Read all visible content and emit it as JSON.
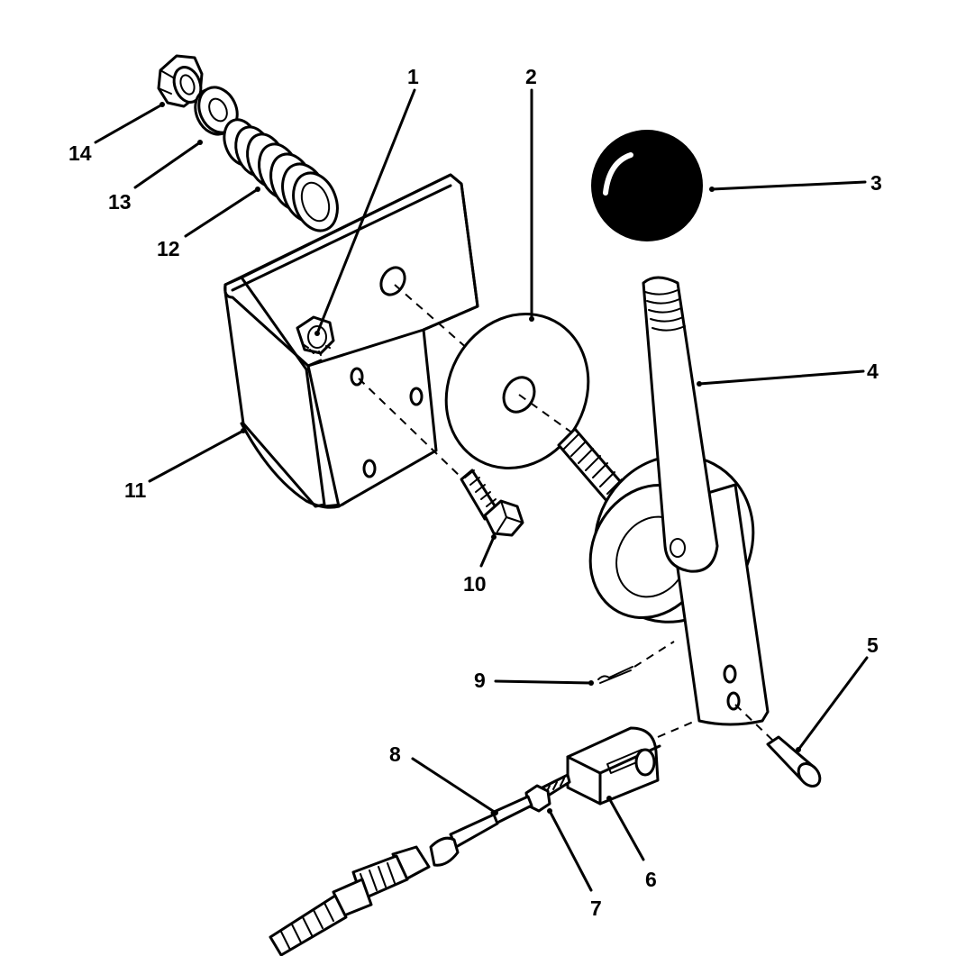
{
  "diagram": {
    "callouts": [
      {
        "id": "1",
        "label": "1"
      },
      {
        "id": "2",
        "label": "2"
      },
      {
        "id": "3",
        "label": "3"
      },
      {
        "id": "4",
        "label": "4"
      },
      {
        "id": "5",
        "label": "5"
      },
      {
        "id": "6",
        "label": "6"
      },
      {
        "id": "7",
        "label": "7"
      },
      {
        "id": "8",
        "label": "8"
      },
      {
        "id": "9",
        "label": "9"
      },
      {
        "id": "10",
        "label": "10"
      },
      {
        "id": "11",
        "label": "11"
      },
      {
        "id": "12",
        "label": "12"
      },
      {
        "id": "13",
        "label": "13"
      },
      {
        "id": "14",
        "label": "14"
      }
    ],
    "parts": [
      "lock-nut",
      "flat-washer",
      "shift-knob",
      "shift-lever",
      "clevis-pin",
      "clevis",
      "jam-nut",
      "shift-cable",
      "cotter-pin",
      "bolt",
      "bracket",
      "spring",
      "washer",
      "nut"
    ]
  }
}
